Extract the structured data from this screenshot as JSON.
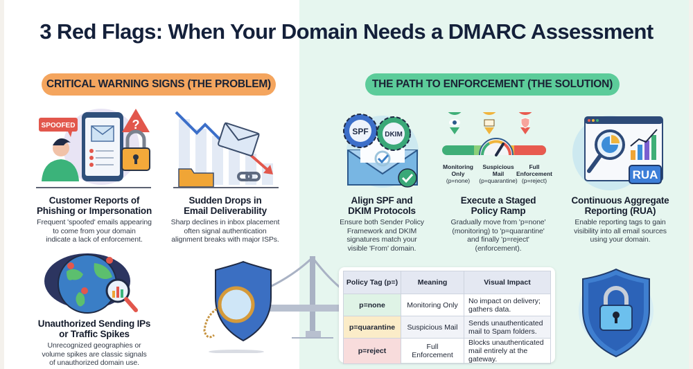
{
  "title": "3 Red Flags: When Your Domain Needs a DMARC Assessment",
  "colors": {
    "problem_accent": "#f4a55e",
    "solution_accent": "#5ccc9a",
    "solution_background": "#e6f6ef",
    "title_text": "#14203a"
  },
  "problem": {
    "header": "CRITICAL WARNING SIGNS (THE PROBLEM)",
    "cards": [
      {
        "icon": "spoofed-user-icon",
        "badge": "SPOOFED",
        "heading_line1": "Customer Reports of",
        "heading_line2": "Phishing or Impersonation",
        "desc_line1": "Frequent 'spoofed' emails appearing",
        "desc_line2": "to come from your domain",
        "desc_line3": "indicate a lack of enforcement."
      },
      {
        "icon": "deliverability-drop-icon",
        "heading_line1": "Sudden Drops in",
        "heading_line2": "Email Deliverability",
        "desc_line1": "Sharp declines in inbox placement",
        "desc_line2": "often signal authentication",
        "desc_line3": "alignment breaks with major ISPs."
      },
      {
        "icon": "globe-search-icon",
        "heading_line1": "Unauthorized Sending IPs",
        "heading_line2": "or Traffic Spikes",
        "desc_line1": "Unrecognized geographies or",
        "desc_line2": "volume spikes are classic signals",
        "desc_line3": "of unauthorized domain use."
      }
    ]
  },
  "solution": {
    "header": "THE PATH TO ENFORCEMENT (THE SOLUTION)",
    "cards": [
      {
        "icon": "spf-dkim-gears-icon",
        "gear1": "SPF",
        "gear2": "DKIM",
        "heading_line1": "Align SPF and",
        "heading_line2": "DKIM Protocols",
        "desc_line1": "Ensure both Sender Policy",
        "desc_line2": "Framework and DKIM",
        "desc_line3": "signatures match your",
        "desc_line4": "visible 'From' domain."
      },
      {
        "icon": "policy-gauge-icon",
        "heading_line1": "Execute a Staged",
        "heading_line2": "Policy Ramp",
        "desc_line1": "Gradually move from 'p=none'",
        "desc_line2": "(monitoring) to 'p=quarantine'",
        "desc_line3": "and finally 'p=reject'",
        "desc_line4": "(enforcement).",
        "gauge": {
          "stages": [
            {
              "name_line1": "Monitoring",
              "name_line2": "Only",
              "tag": "(p=none)",
              "color": "#3fae77"
            },
            {
              "name_line1": "Suspicious",
              "name_line2": "Mail",
              "tag": "(p=quarantine)",
              "color": "#f0b43c"
            },
            {
              "name_line1": "Full",
              "name_line2": "Enforcement",
              "tag": "(p=reject)",
              "color": "#e85a4f"
            }
          ]
        }
      },
      {
        "icon": "aggregate-report-icon",
        "badge": "RUA",
        "heading_line1": "Continuous Aggregate",
        "heading_line2": "Reporting (RUA)",
        "desc_line1": "Enable reporting tags to gain",
        "desc_line2": "visibility into all email sources",
        "desc_line3": "using your domain."
      }
    ],
    "table": {
      "headers": [
        "Policy Tag (p=)",
        "Meaning",
        "Visual Impact"
      ],
      "rows": [
        {
          "tag": "p=none",
          "meaning": "Monitoring Only",
          "impact_line1": "No impact on delivery;",
          "impact_line2": "gathers data.",
          "color": "#dff3e6"
        },
        {
          "tag": "p=quarantine",
          "meaning": "Suspicious Mail",
          "impact_line1": "Sends unauthenticated",
          "impact_line2": "mail to Spam folders.",
          "color": "#fbecc8"
        },
        {
          "tag": "p=reject",
          "meaning": "Full Enforcement",
          "impact_line1": "Blocks unauthenticated",
          "impact_line2": "mail entirely at the gateway.",
          "color": "#f8dcdc"
        }
      ]
    }
  }
}
